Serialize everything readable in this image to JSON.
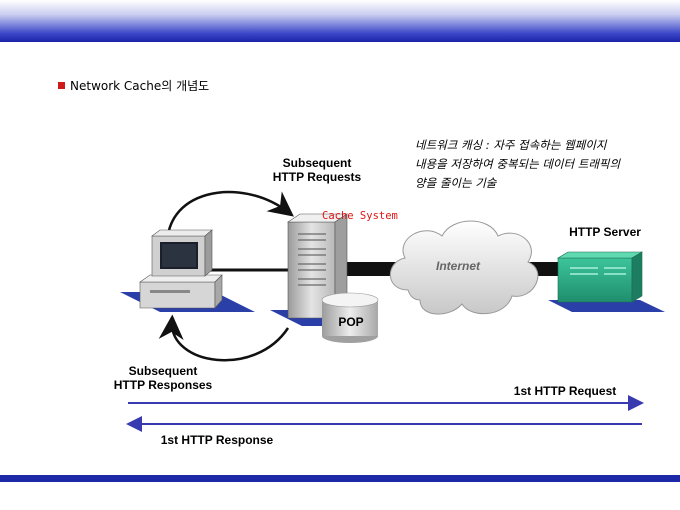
{
  "title_bullet": "Network Cache의 개념도",
  "description": [
    "네트워크 캐싱 : 자주 접속하는 웹페이지",
    "내용을 저장하여 중복되는 데이터 트래픽의",
    "양을 줄이는 기술"
  ],
  "labels": {
    "subsequent_requests": [
      "Subsequent",
      "HTTP Requests"
    ],
    "subsequent_responses": [
      "Subsequent",
      "HTTP Responses"
    ],
    "cache_system": "Cache System",
    "pop": "POP",
    "internet": "Internet",
    "http_server": "HTTP Server",
    "first_request": "1st HTTP Request",
    "first_response": "1st HTTP Response"
  },
  "colors": {
    "band": "#1c2aa8",
    "arrow": "#3a3ab0",
    "cache_label": "#e01515",
    "server": "#2db08a"
  }
}
